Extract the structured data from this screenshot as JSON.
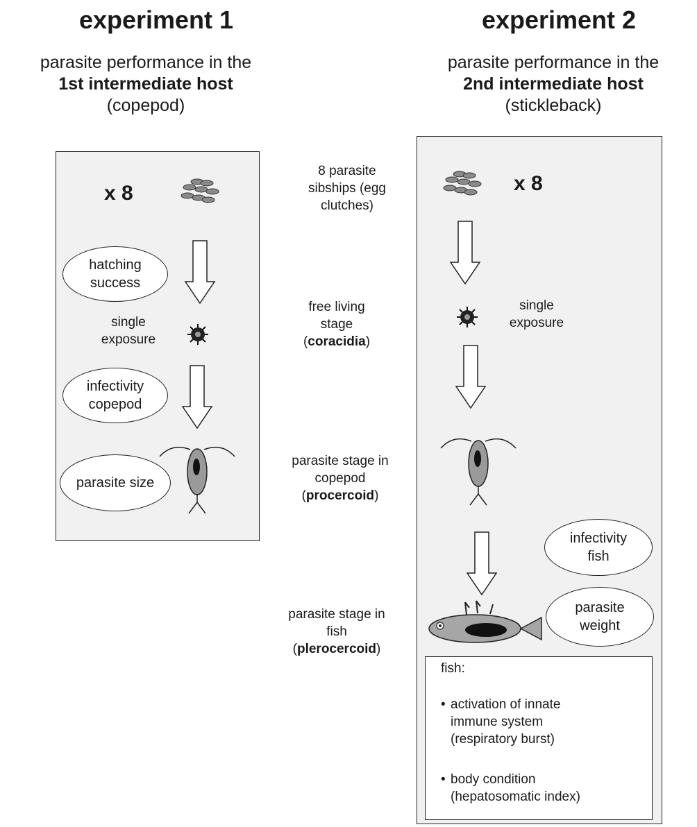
{
  "exp1": {
    "title": "experiment 1",
    "subtitle_line1": "parasite performance in the",
    "subtitle_line2": "1st intermediate host",
    "subtitle_line3": "(copepod)",
    "multiplier": "x 8",
    "ellipse_hatching_1": "hatching",
    "ellipse_hatching_2": "success",
    "single_1": "single",
    "single_2": "exposure",
    "ellipse_infectivity_1": "infectivity",
    "ellipse_infectivity_2": "copepod",
    "ellipse_size": "parasite size"
  },
  "exp2": {
    "title": "experiment 2",
    "subtitle_line1": "parasite performance in the",
    "subtitle_line2": "2nd intermediate host",
    "subtitle_line3": "(stickleback)",
    "multiplier": "x 8",
    "single_1": "single",
    "single_2": "exposure",
    "ellipse_infectivity_1": "infectivity",
    "ellipse_infectivity_2": "fish",
    "ellipse_weight_1": "parasite",
    "ellipse_weight_2": "weight",
    "box_heading": "fish:",
    "box_item1_line1": "activation of innate",
    "box_item1_line2": "immune system",
    "box_item1_line3": "(respiratory burst)",
    "box_item2_line1": "body condition",
    "box_item2_line2": "(hepatosomatic index)",
    "bullet": "•"
  },
  "middle": {
    "eggs_1": "8 parasite",
    "eggs_2": "sibships (egg",
    "eggs_3": "clutches)",
    "free_1": "free living",
    "free_2": "stage",
    "free_3_open": "(",
    "free_3_bold": "coracidia",
    "free_3_close": ")",
    "cop_1": "parasite stage in",
    "cop_2": "copepod",
    "cop_3_open": "(",
    "cop_3_bold": "procercoid",
    "cop_3_close": ")",
    "fish_1": "parasite stage in",
    "fish_2": "fish",
    "fish_3_open": "(",
    "fish_3_bold": "plerocercoid",
    "fish_3_close": ")"
  },
  "icons": [
    "egg-clutch-icon",
    "down-arrow-icon",
    "coracidium-icon",
    "copepod-icon",
    "stickleback-fish-icon"
  ]
}
